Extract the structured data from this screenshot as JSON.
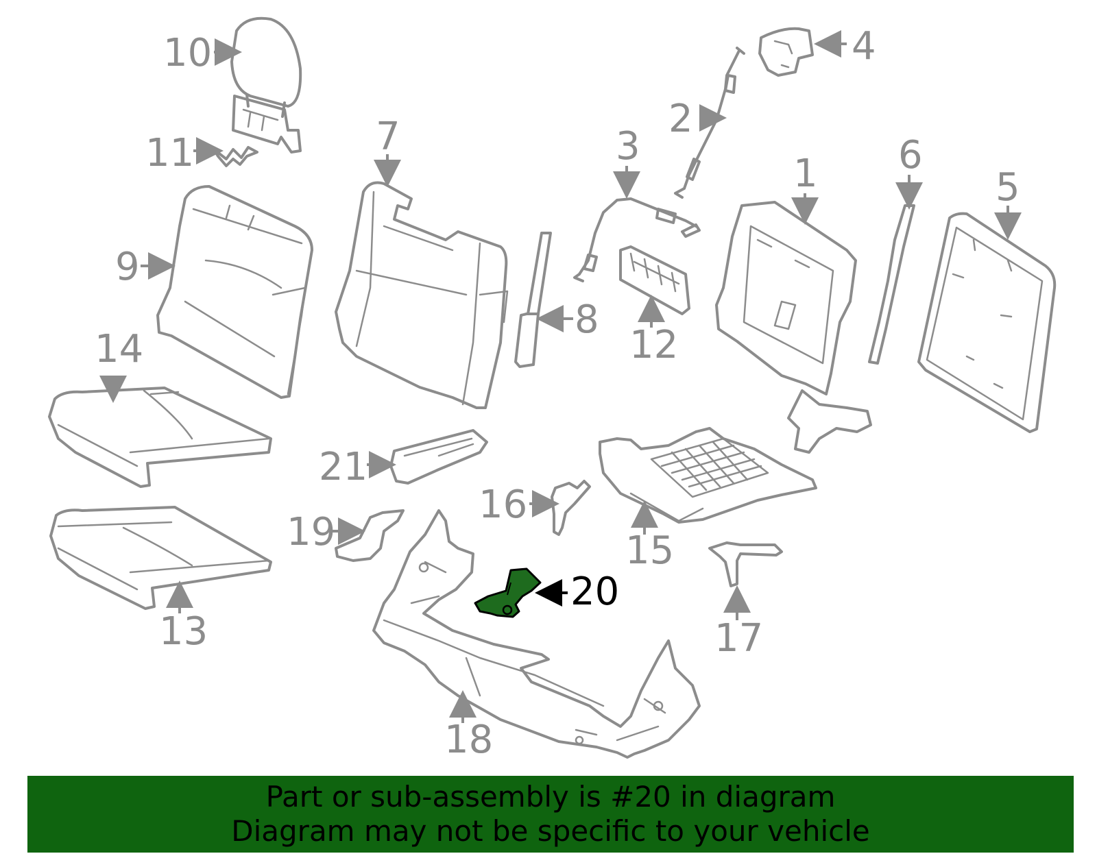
{
  "labels": {
    "p1": "1",
    "p2": "2",
    "p3": "3",
    "p4": "4",
    "p5": "5",
    "p6": "6",
    "p7": "7",
    "p8": "8",
    "p9": "9",
    "p10": "10",
    "p11": "11",
    "p12": "12",
    "p13": "13",
    "p14": "14",
    "p15": "15",
    "p16": "16",
    "p17": "17",
    "p18": "18",
    "p19": "19",
    "p20": "20",
    "p21": "21"
  },
  "highlight": {
    "part": "20",
    "color": "#1e6b1e"
  },
  "banner": {
    "line1": "Part or sub-assembly is #20 in diagram",
    "line2": "Diagram may not be specific to your vehicle",
    "color": "#0f640f"
  }
}
